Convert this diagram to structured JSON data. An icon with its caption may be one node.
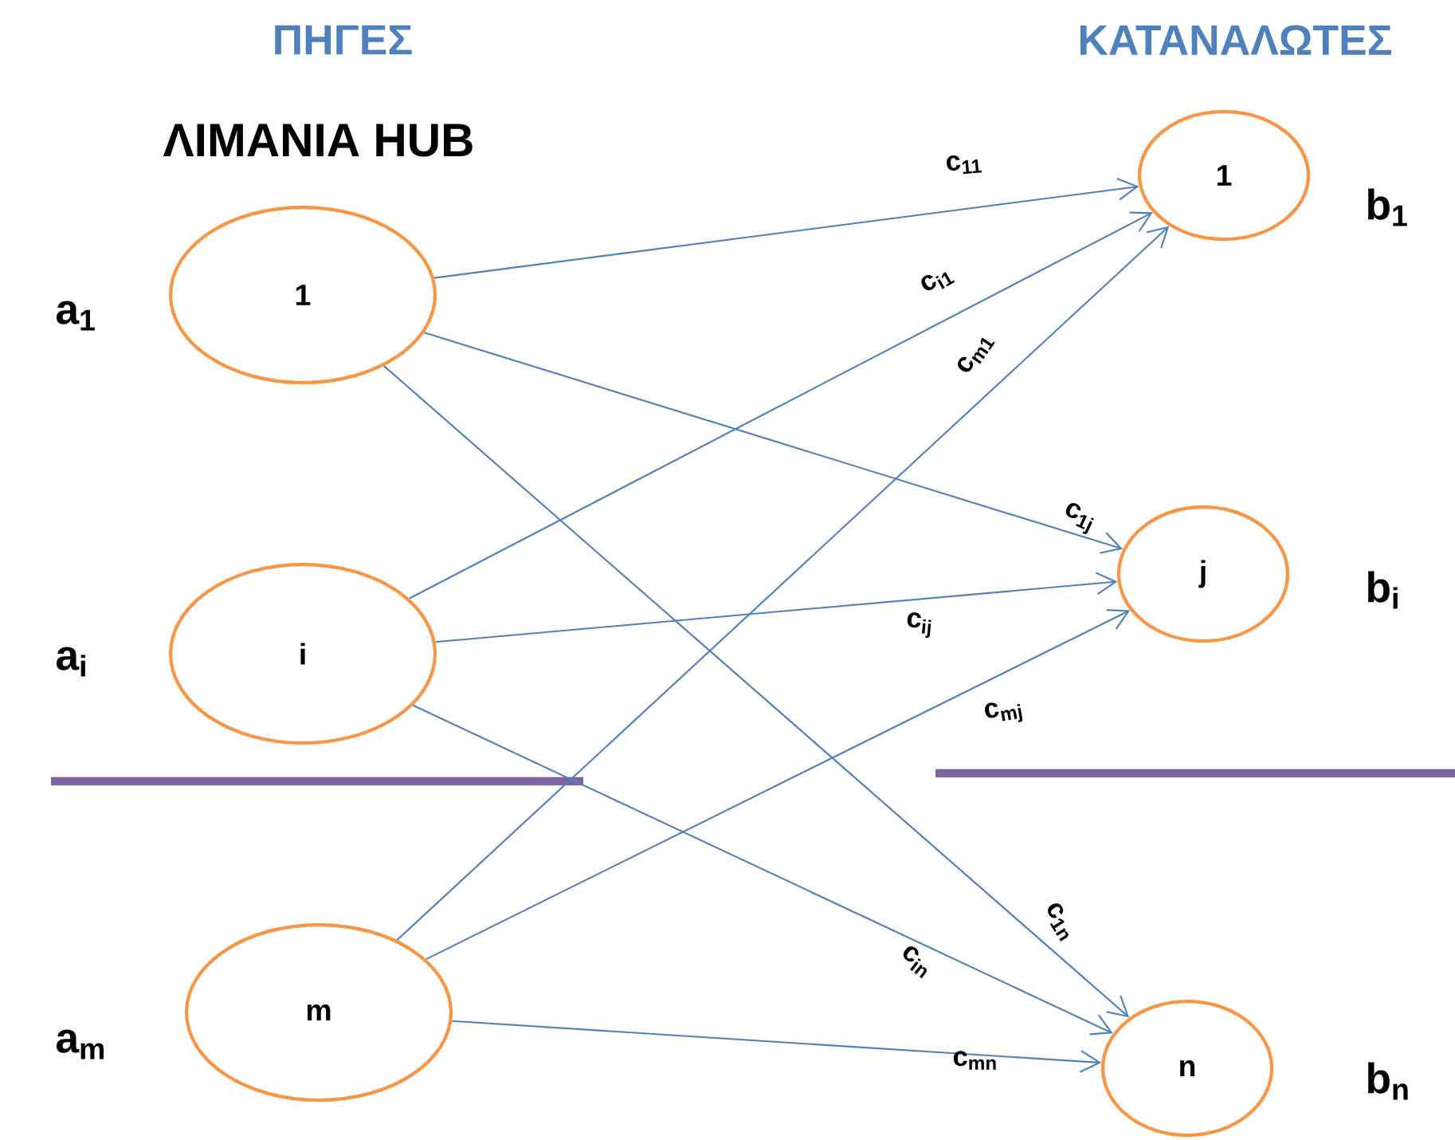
{
  "diagram": {
    "nodes": [
      {
        "text": [
          "1"
        ],
        "beside": [
          "a$_{1}$"
        ]
      },
      {
        "text": [
          "i"
        ],
        "beside": [
          "a$_{i}$"
        ]
      },
      {
        "text": [
          "m"
        ],
        "beside": [
          "a$_{m}$"
        ]
      },
      {
        "text": [
          "1"
        ],
        "beside": [
          "b$_{1}$"
        ]
      },
      {
        "text": [
          "j"
        ],
        "beside": [
          "b$_{i}$"
        ]
      },
      {
        "text": [
          "n"
        ],
        "beside": [
          "b$_{n}$"
        ]
      }
    ],
    "edges": [
      {
        "from": 0,
        "to": 3,
        "arrow": "to",
        "label": "c$_{11}$"
      },
      {
        "from": 0,
        "to": 4,
        "arrow": "to",
        "label": "c$_{1j}$"
      },
      {
        "from": 0,
        "to": 5,
        "arrow": "to",
        "label": "c$_{1n}$"
      },
      {
        "from": 1,
        "to": 3,
        "arrow": "to",
        "label": "c$_{i1}$"
      },
      {
        "from": 1,
        "to": 4,
        "arrow": "to",
        "label": "c$_{ij}$"
      },
      {
        "from": 1,
        "to": 5,
        "arrow": "to",
        "label": "c$_{in}$"
      },
      {
        "from": 2,
        "to": 3,
        "arrow": "to",
        "label": "c$_{m1}$"
      },
      {
        "from": 2,
        "to": 4,
        "arrow": "to",
        "label": "c$_{mj}$"
      },
      {
        "from": 2,
        "to": 5,
        "arrow": "to",
        "label": "c$_{mn}$"
      }
    ],
    "labels": [
      "ΠΗΓΕΣ",
      "ΚΑΤΑΝΑΛΩΤΕΣ",
      "ΛΙΜΑΝΙΑ HUB"
    ]
  }
}
